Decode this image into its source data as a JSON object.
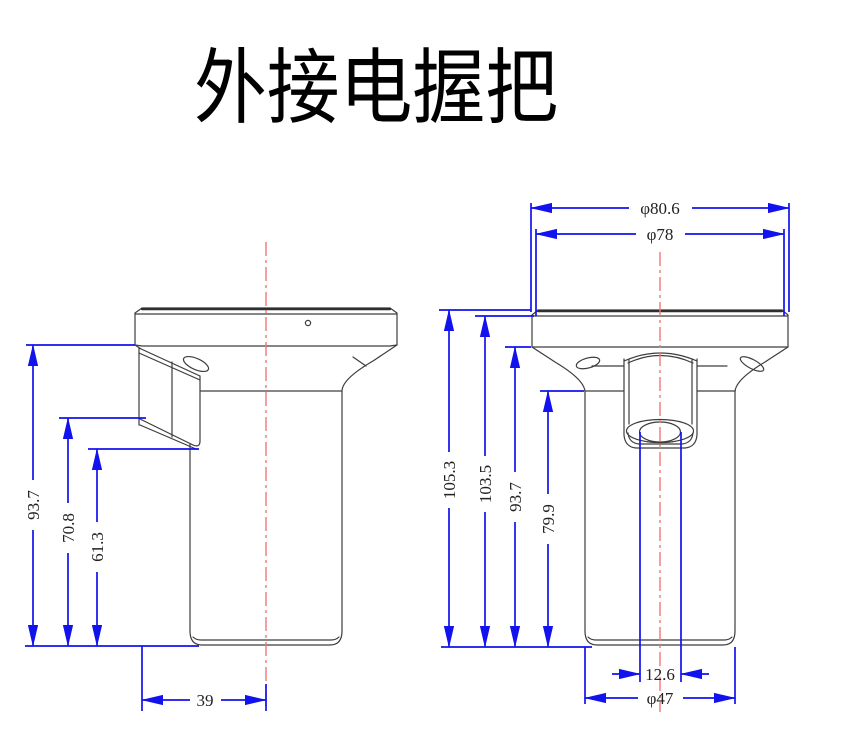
{
  "title": "外接电握把",
  "colors": {
    "dimension": "#1212ee",
    "centerline": "#f07878",
    "outline": "#3d3d3d",
    "background": "#ffffff"
  },
  "left_view": {
    "dim_93_7": "93.7",
    "dim_70_8": "70.8",
    "dim_61_3": "61.3",
    "dim_39": "39"
  },
  "right_view": {
    "dim_dia_80_6": "φ80.6",
    "dim_dia_78": "φ78",
    "dim_105_3": "105.3",
    "dim_103_5": "103.5",
    "dim_93_7": "93.7",
    "dim_79_9": "79.9",
    "dim_12_6": "12.6",
    "dim_dia_47": "φ47"
  }
}
